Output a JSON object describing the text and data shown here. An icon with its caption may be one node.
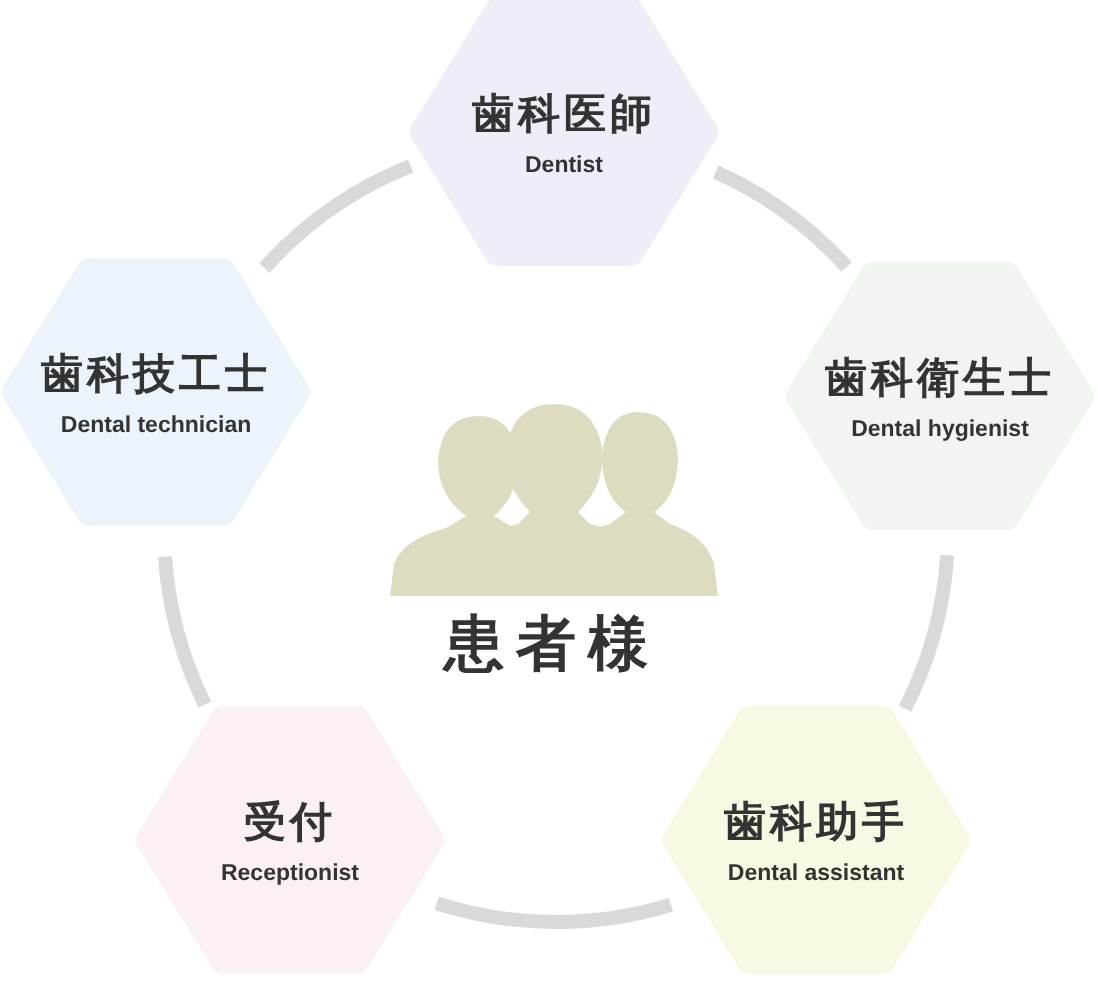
{
  "diagram": {
    "nodes": [
      {
        "text": [
          "歯科医師",
          "Dentist"
        ]
      },
      {
        "text": [
          "歯科技工士",
          "Dental technician"
        ]
      },
      {
        "text": [
          "歯科衛生士",
          "Dental hygienist"
        ]
      },
      {
        "text": [
          "患者様"
        ]
      },
      {
        "text": [
          "受付",
          "Receptionist"
        ]
      },
      {
        "text": [
          "歯科助手",
          "Dental assistant"
        ]
      }
    ],
    "edges": [
      {
        "from": 0,
        "to": 2,
        "arrow": "none"
      },
      {
        "from": 2,
        "to": 5,
        "arrow": "none"
      },
      {
        "from": 5,
        "to": 4,
        "arrow": "none"
      },
      {
        "from": 4,
        "to": 1,
        "arrow": "none"
      },
      {
        "from": 1,
        "to": 0,
        "arrow": "none"
      }
    ]
  }
}
